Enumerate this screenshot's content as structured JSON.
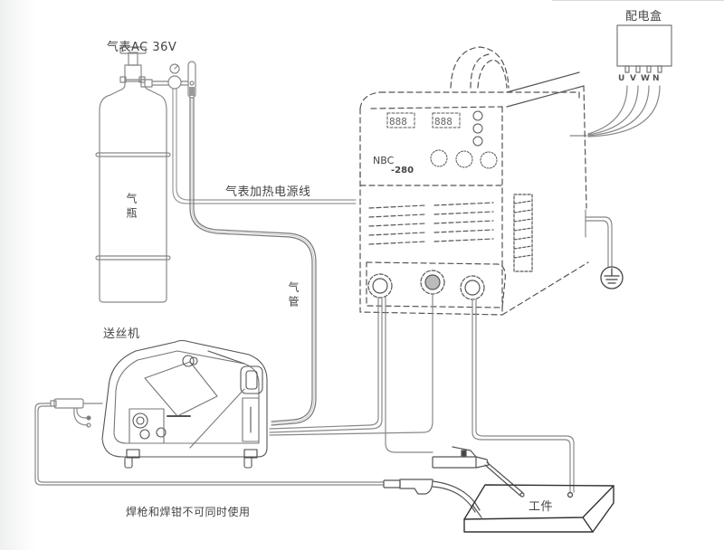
{
  "diagram": {
    "type": "welding machine wiring diagram",
    "labels": {
      "gas_meter": "气表AC 36V",
      "distribution_box": "配电盒",
      "gas_cylinder": "气瓶",
      "gas_meter_heating_cable": "气表加热电源线",
      "gas_hose": "气管",
      "wire_feeder": "送丝机",
      "workpiece": "工件",
      "warning": "焊枪和焊钳不可同时使用"
    },
    "terminals": [
      "U",
      "V",
      "W",
      "N"
    ],
    "welder": {
      "brand": "NBC",
      "model": "-280",
      "display_left": "888",
      "display_right": "888"
    },
    "components": [
      {
        "name": "gas-cylinder",
        "connects_to": [
          "gas-meter"
        ]
      },
      {
        "name": "gas-meter",
        "connects_to": [
          "welder",
          "wire-feeder"
        ]
      },
      {
        "name": "distribution-box",
        "connects_to": [
          "welder"
        ]
      },
      {
        "name": "welder",
        "connects_to": [
          "wire-feeder",
          "electrode-holder",
          "workpiece",
          "ground"
        ]
      },
      {
        "name": "wire-feeder",
        "connects_to": [
          "welding-torch"
        ]
      },
      {
        "name": "welding-torch",
        "connects_to": [
          "workpiece"
        ]
      },
      {
        "name": "electrode-holder",
        "connects_to": [
          "workpiece"
        ]
      },
      {
        "name": "ground",
        "connects_to": []
      }
    ],
    "colors": {
      "line": "#555555",
      "label": "#444444",
      "background": "#ffffff"
    }
  }
}
